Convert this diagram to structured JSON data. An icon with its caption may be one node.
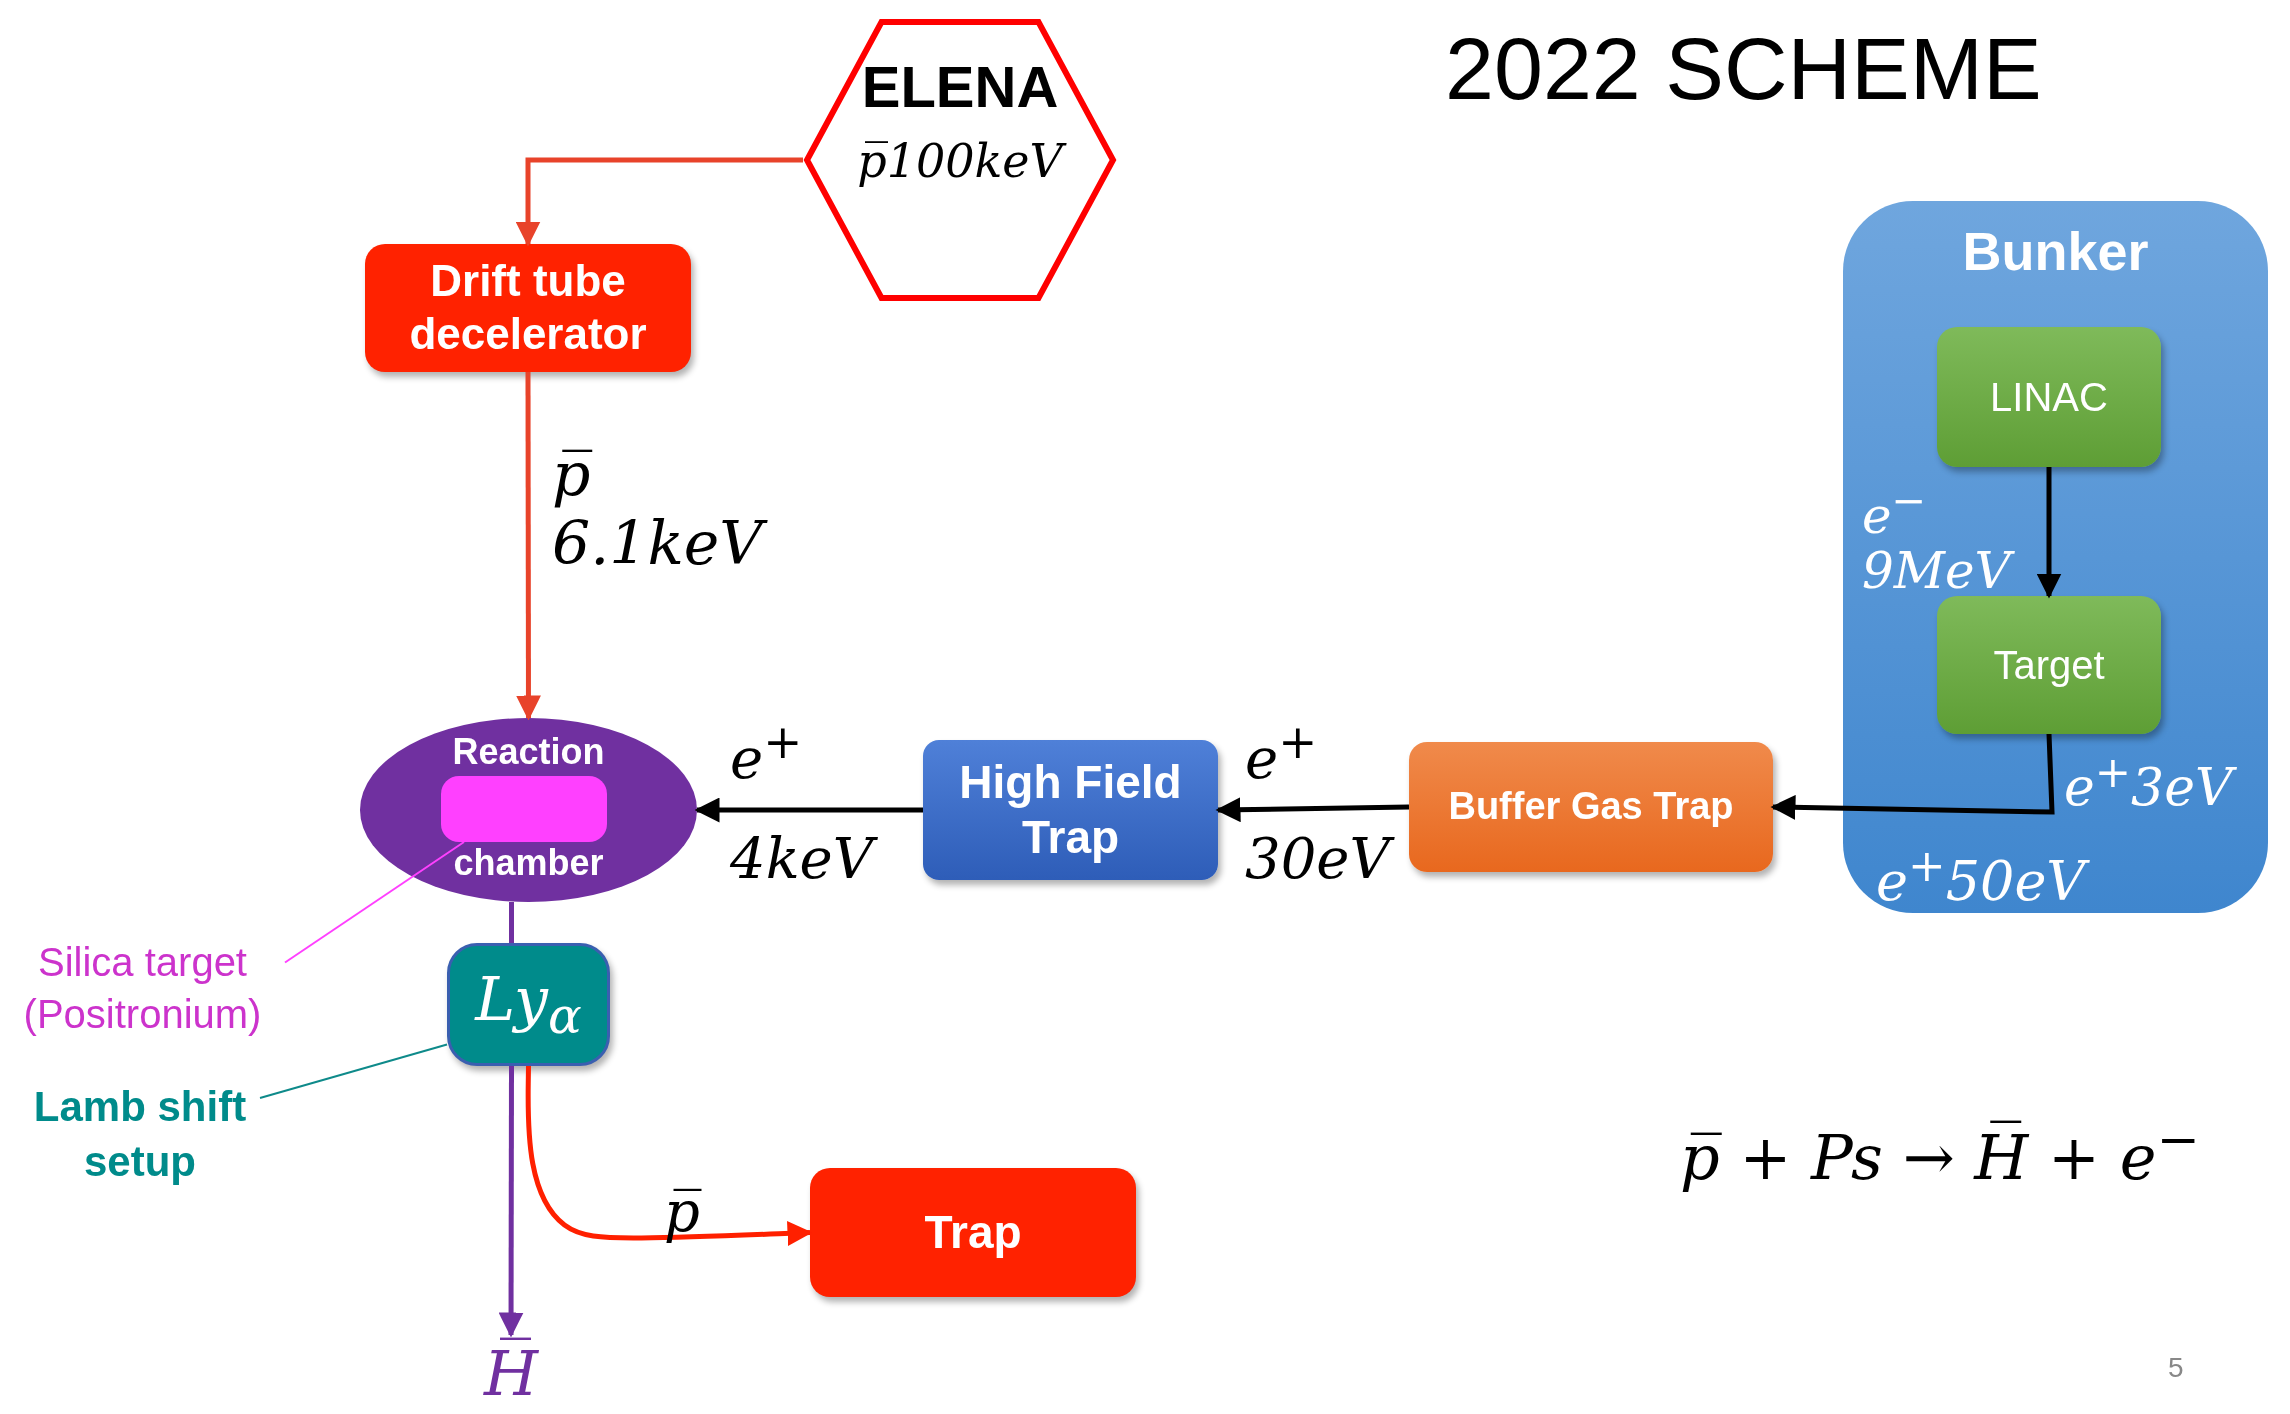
{
  "diagram": {
    "title": "2022 SCHEME",
    "nodes": [
      {
        "text": [
          "ELENA",
          "p̅100keV"
        ]
      },
      {
        "text": [
          "Drift tube decelerator"
        ]
      },
      {
        "text": [
          "Reaction",
          "chamber"
        ]
      },
      {
        "text": [],
        "shape": "box",
        "in": 2
      },
      {
        "text": [
          "Silica target (Positronium)"
        ]
      },
      {
        "text": [
          "Ly$_{α}$"
        ]
      },
      {
        "text": [
          "Lamb shift setup"
        ]
      },
      {
        "text": [
          "Trap"
        ]
      },
      {
        "text": [
          "H̅"
        ]
      },
      {
        "text": [
          "High Field Trap"
        ]
      },
      {
        "text": [
          "Buffer Gas Trap"
        ]
      },
      {
        "text": [
          "Bunker"
        ]
      },
      {
        "text": [
          "LINAC"
        ],
        "in": 11
      },
      {
        "text": [
          "Target"
        ],
        "in": 11
      }
    ],
    "edges": [
      {
        "from": 0,
        "to": 1,
        "arrow": "to",
        "color": "#e8432a"
      },
      {
        "from": 1,
        "to": 2,
        "arrow": "to",
        "color": "#e8432a",
        "label": "p̅ 6.1keV"
      },
      {
        "from": 9,
        "to": 2,
        "arrow": "to",
        "label": "e$^{+}$ 4keV"
      },
      {
        "from": 10,
        "to": 9,
        "arrow": "to",
        "label": "e$^{+}$ 30eV"
      },
      {
        "from": 13,
        "to": 10,
        "arrow": "to",
        "label": "e$^{+}$3eV"
      },
      {
        "from": 12,
        "to": 13,
        "arrow": "to",
        "label": "e$^{−}$ 9MeV"
      },
      {
        "from": 2,
        "to": 5,
        "arrow": "none",
        "color": "#7030a0"
      },
      {
        "from": 5,
        "to": 8,
        "arrow": "to",
        "color": "#7030a0"
      },
      {
        "from": 5,
        "to": 7,
        "arrow": "to",
        "color": "#ff2000",
        "label": "p̅"
      },
      {
        "from": 4,
        "to": 3,
        "arrow": "none",
        "color": "#ff40ff"
      },
      {
        "from": 6,
        "to": 5,
        "arrow": "none",
        "color": "#0e8a8a"
      }
    ],
    "labels": [
      "e$^{+}$50eV",
      "p̅ + Ps → H̅ + e$^{−}$",
      "5"
    ]
  }
}
